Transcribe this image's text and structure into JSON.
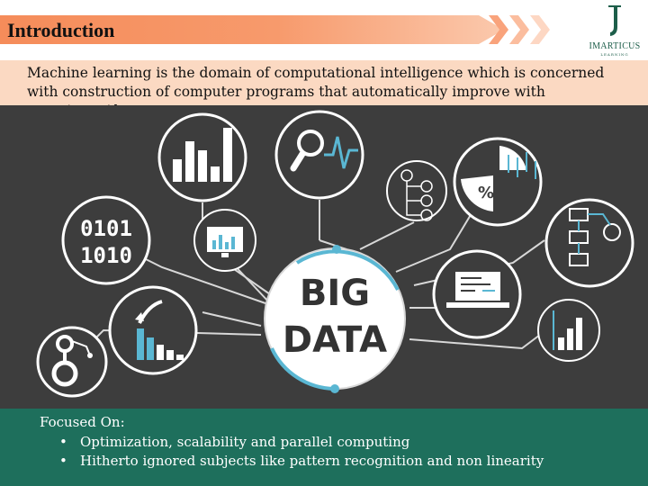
{
  "header": {
    "title": "Introduction"
  },
  "logo": {
    "name": "IMARTICUS",
    "tagline": "LEARNING"
  },
  "intro": {
    "text": "Machine learning is the domain of computational intelligence which is concerned with construction of computer programs that automatically improve with experience/data."
  },
  "graphic": {
    "center_line1": "BIG",
    "center_line2": "DATA",
    "binary_line1": "0101",
    "binary_line2": "1010",
    "percent": "%"
  },
  "focus": {
    "heading": "Focused On:",
    "items": [
      "Optimization, scalability and parallel computing",
      "Hitherto ignored subjects like pattern recognition and non linearity"
    ]
  },
  "colors": {
    "accent_orange": "#f58c5a",
    "intro_bg": "#fbd9c2",
    "graphic_bg": "#3d3d3d",
    "focus_bg": "#1e6f5c",
    "teal": "#5ab7d3"
  }
}
